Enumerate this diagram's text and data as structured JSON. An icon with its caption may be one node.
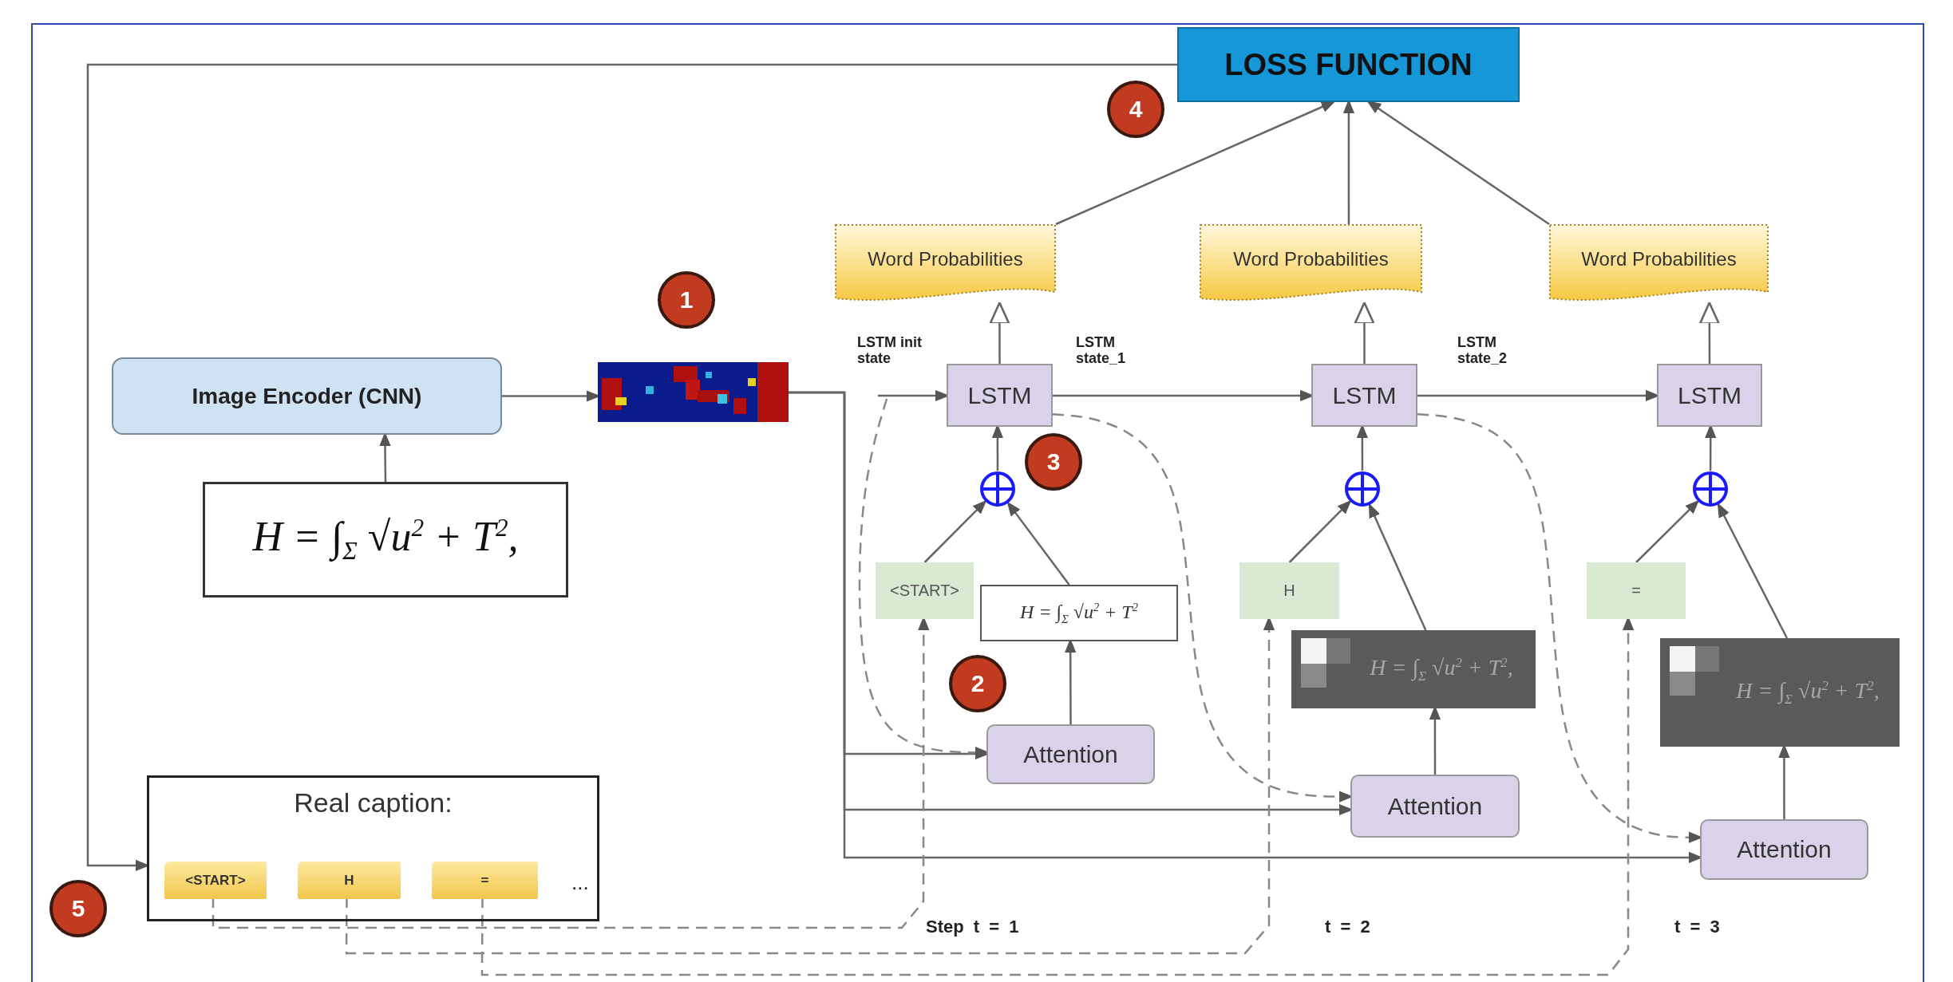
{
  "diagram": {
    "nodes": [
      {
        "text": [
          "LOSS FUNCTION"
        ]
      },
      {
        "text": [
          "4"
        ]
      },
      {
        "text": [
          "Word Probabilities"
        ]
      },
      {
        "text": [
          "Word Probabilities"
        ]
      },
      {
        "text": [
          "Word Probabilities"
        ]
      },
      {
        "text": [
          "1"
        ]
      },
      {
        "text": [
          "Image Encoder (CNN)"
        ]
      },
      {
        "text": [],
        "shape": "picture"
      },
      {
        "text": [
          "LSTM"
        ]
      },
      {
        "text": [
          "LSTM"
        ]
      },
      {
        "text": [
          "LSTM"
        ]
      },
      {
        "text": [
          "3"
        ]
      },
      {
        "text": [],
        "shape": "circle"
      },
      {
        "text": [],
        "shape": "circle"
      },
      {
        "text": [],
        "shape": "circle"
      },
      {
        "text": [
          "H = ∫$_{Σ}$ √u$^{2}$ + T$^{2}$,"
        ]
      },
      {
        "text": [
          "<START>"
        ]
      },
      {
        "text": [
          "H = ∫$_{Σ}$ √u$^{2}$ + T$^{2}$"
        ]
      },
      {
        "text": [
          "H"
        ]
      },
      {
        "text": [
          "H = ∫$_{Σ}$ √u$^{2}$ + T$^{2}$,"
        ]
      },
      {
        "text": [
          "="
        ]
      },
      {
        "text": [
          "H = ∫$_{Σ}$ √u$^{2}$ + T$^{2}$,"
        ]
      },
      {
        "text": [
          "2"
        ]
      },
      {
        "text": [
          "Attention"
        ]
      },
      {
        "text": [
          "Attention"
        ]
      },
      {
        "text": [
          "Attention"
        ]
      },
      {
        "text": [
          "Real caption:"
        ]
      },
      {
        "text": [
          "<START>"
        ],
        "in": 26
      },
      {
        "text": [
          "H"
        ],
        "in": 26
      },
      {
        "text": [
          "="
        ],
        "in": 26
      },
      {
        "text": [
          "5"
        ]
      }
    ],
    "edges": [
      {
        "from": 15,
        "to": 6,
        "arrow": "to"
      },
      {
        "from": 6,
        "to": 7,
        "arrow": "to"
      },
      {
        "from": null,
        "to": 8,
        "arrow": "to",
        "label": "LSTM init state"
      },
      {
        "from": 8,
        "to": 9,
        "arrow": "to",
        "label": "LSTM state_1"
      },
      {
        "from": 9,
        "to": 10,
        "arrow": "to",
        "label": "LSTM state_2"
      },
      {
        "from": 7,
        "to": 23,
        "arrow": "to"
      },
      {
        "from": 7,
        "to": 24,
        "arrow": "to"
      },
      {
        "from": 7,
        "to": 25,
        "arrow": "to"
      },
      {
        "from": null,
        "to": 23,
        "arrow": "to",
        "style": "dashed"
      },
      {
        "from": 8,
        "to": 24,
        "arrow": "to",
        "style": "dashed"
      },
      {
        "from": 9,
        "to": 25,
        "arrow": "to",
        "style": "dashed"
      },
      {
        "from": 16,
        "to": 12,
        "arrow": "to"
      },
      {
        "from": 17,
        "to": 12,
        "arrow": "to"
      },
      {
        "from": 12,
        "to": 8,
        "arrow": "to"
      },
      {
        "from": 18,
        "to": 13,
        "arrow": "to"
      },
      {
        "from": 19,
        "to": 13,
        "arrow": "to"
      },
      {
        "from": 13,
        "to": 9,
        "arrow": "to"
      },
      {
        "from": 20,
        "to": 14,
        "arrow": "to"
      },
      {
        "from": 21,
        "to": 14,
        "arrow": "to"
      },
      {
        "from": 14,
        "to": 10,
        "arrow": "to"
      },
      {
        "from": 23,
        "to": 17,
        "arrow": "to"
      },
      {
        "from": 24,
        "to": 19,
        "arrow": "to"
      },
      {
        "from": 25,
        "to": 21,
        "arrow": "to"
      },
      {
        "from": 8,
        "to": 2,
        "arrow": "to"
      },
      {
        "from": 9,
        "to": 3,
        "arrow": "to"
      },
      {
        "from": 10,
        "to": 4,
        "arrow": "to"
      },
      {
        "from": 2,
        "to": 0,
        "arrow": "to"
      },
      {
        "from": 3,
        "to": 0,
        "arrow": "to"
      },
      {
        "from": 4,
        "to": 0,
        "arrow": "to"
      },
      {
        "from": 0,
        "to": 26,
        "arrow": "to"
      },
      {
        "from": 27,
        "to": 16,
        "arrow": "to",
        "style": "dashed"
      },
      {
        "from": 28,
        "to": 18,
        "arrow": "to",
        "style": "dashed"
      },
      {
        "from": 29,
        "to": 20,
        "arrow": "to",
        "style": "dashed"
      }
    ],
    "labels": [
      "...",
      "Step t = 1",
      "t = 2",
      "t = 3"
    ]
  }
}
